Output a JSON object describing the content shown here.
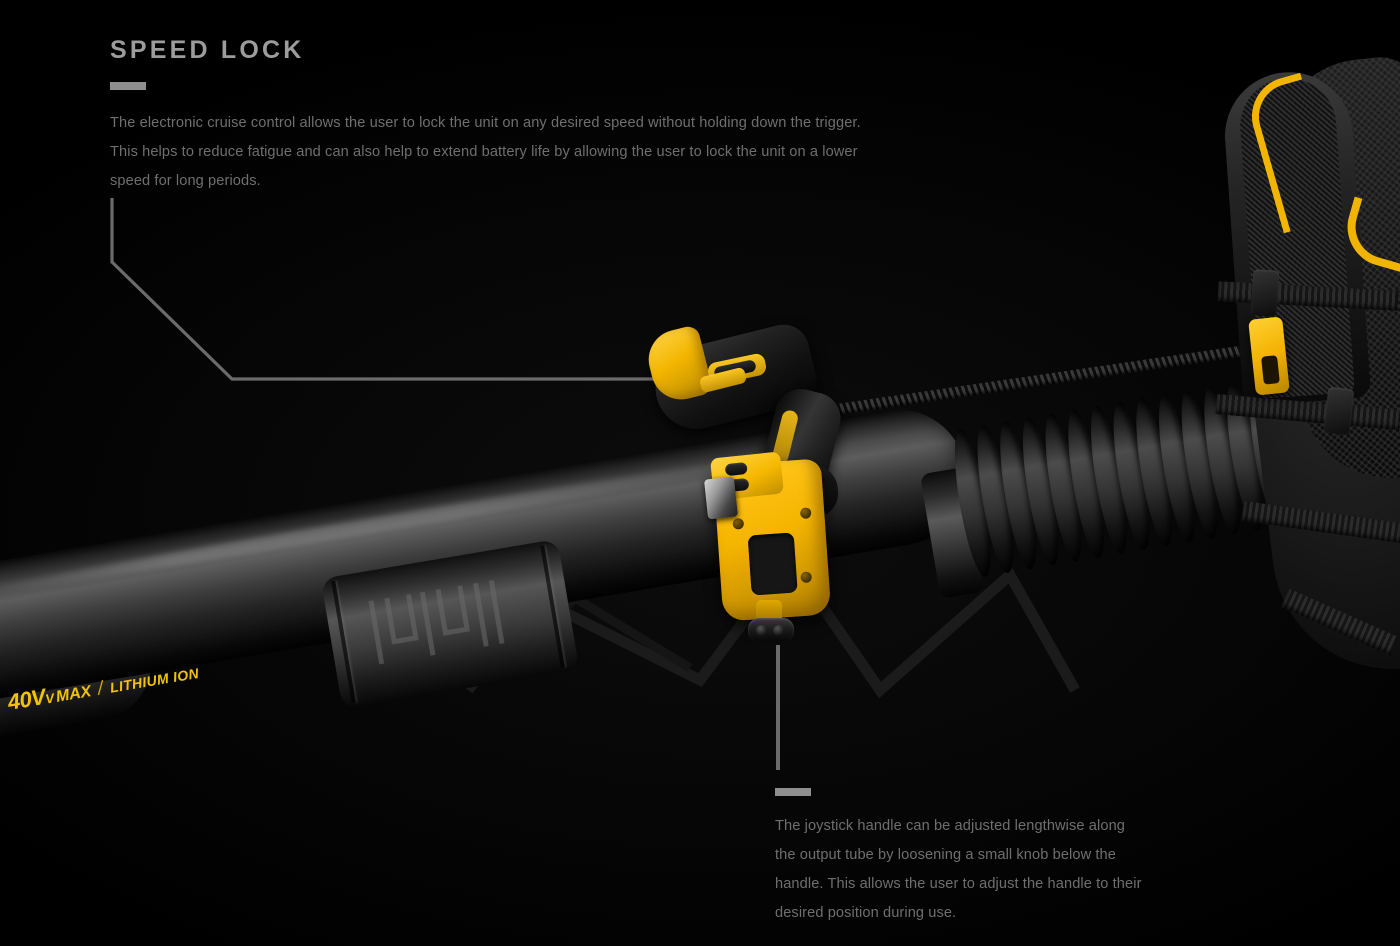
{
  "page": {
    "background_color": "#000000",
    "accent_color": "#f3b600",
    "title_color": "#9c9c9c",
    "body_color": "#6f6f6f"
  },
  "callouts": [
    {
      "id": "speed-lock",
      "title": "SPEED LOCK",
      "body": "The electronic cruise control allows the user to lock the unit on any desired speed  without holding down the trigger.  This helps to reduce fatigue and can also help to extend battery life by allowing the user to lock the unit on a lower speed for long periods.",
      "rule": "dash"
    },
    {
      "id": "joystick-handle",
      "title": "",
      "body": "The joystick handle can be adjusted lengthwise along the output tube by loosening a small knob below the handle.  This allows the user to adjust the handle to their desired position during use.",
      "rule": "dash"
    }
  ],
  "product": {
    "branding": {
      "voltage": "40V",
      "voltage_suffix": "MAX",
      "separator": "/",
      "chemistry": "LITHIUM ION"
    },
    "parts": {
      "output_tube": "output-tube",
      "nozzle": "nozzle",
      "grip_band": "ribbed-grip-band",
      "flex_hose": "corrugated-flex-hose",
      "joystick_handle": "joystick-handle",
      "clamp_mount": "yellow-clamp-mount",
      "adjust_knob": "adjustment-knob",
      "harness": "backpack-harness",
      "buckle": "harness-buckle"
    }
  },
  "leader_lines": {
    "upper": "elbow-line-from-speed-lock-text-to-handle",
    "lower": "vertical-line-from-knob-to-joystick-text"
  }
}
